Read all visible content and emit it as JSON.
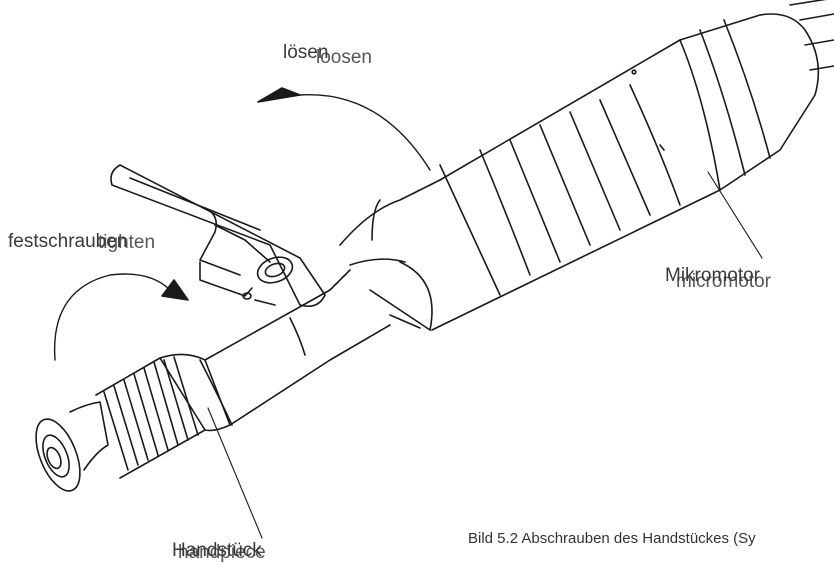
{
  "labels": {
    "loosen_a": "lösen",
    "loosen_b": "loosen",
    "tighten_a": "festschrauben",
    "tighten_b": "tighten",
    "motor_a": "Mikromotor",
    "motor_b": "micromotor",
    "handpiece_a": "Handstück",
    "handpiece_b": "handpiece"
  },
  "caption": "Bild 5.2   Abschrauben des Handstückes (Sy"
}
